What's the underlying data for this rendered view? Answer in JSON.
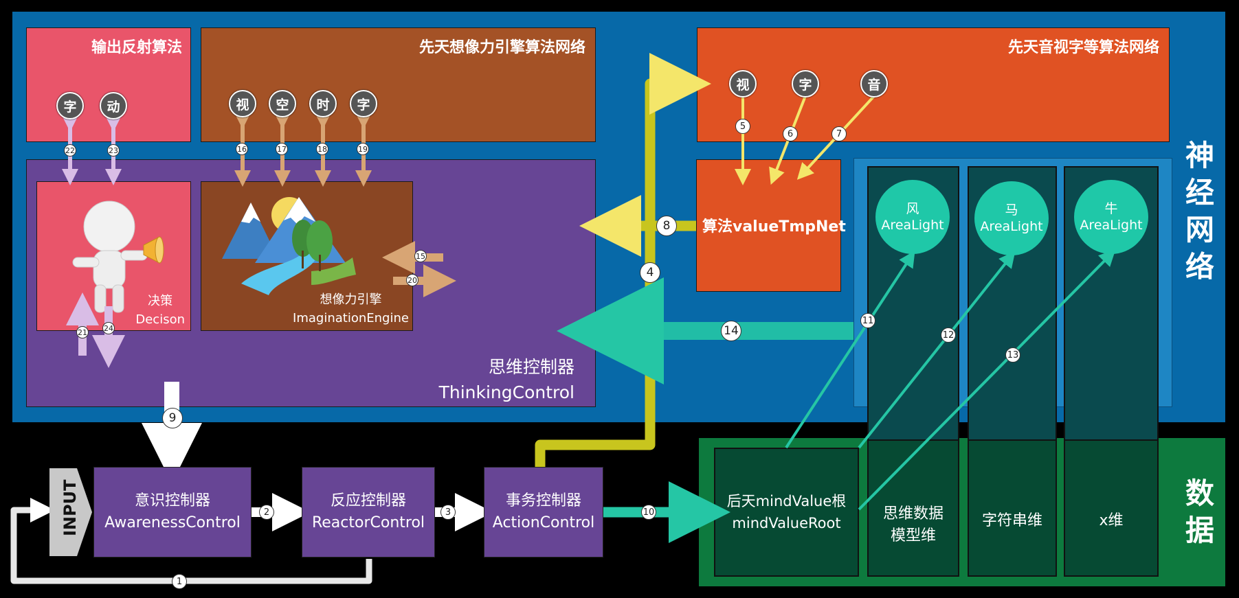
{
  "side_labels": {
    "neural": "神经网络",
    "data": "数据"
  },
  "modules": {
    "output_reflex": {
      "title": "输出反射算法",
      "nodes": [
        "字",
        "动"
      ]
    },
    "imagination_net": {
      "title": "先天想像力引擎算法网络",
      "nodes": [
        "视",
        "空",
        "时",
        "字"
      ]
    },
    "sense_net": {
      "title": "先天音视字等算法网络",
      "nodes": [
        "视",
        "字",
        "音"
      ]
    },
    "value_tmp_net": {
      "label": "算法valueTmpNet"
    },
    "thinking": {
      "label_cn": "思维控制器",
      "label_en": "ThinkingControl"
    },
    "decision": {
      "label_cn": "决策",
      "label_en": "Decison"
    },
    "imagination_engine": {
      "label_cn": "想像力引擎",
      "label_en": "ImaginationEngine"
    }
  },
  "area_lights": [
    {
      "name": "风",
      "type": "AreaLight"
    },
    {
      "name": "马",
      "type": "AreaLight"
    },
    {
      "name": "牛",
      "type": "AreaLight"
    }
  ],
  "controllers": [
    {
      "cn": "意识控制器",
      "en": "AwarenessControl"
    },
    {
      "cn": "反应控制器",
      "en": "ReactorControl"
    },
    {
      "cn": "事务控制器",
      "en": "ActionControl"
    }
  ],
  "input_label": "INPUT",
  "data_cells": [
    {
      "line1": "后天mindValue根",
      "line2": "mindValueRoot"
    },
    {
      "line1": "思维数据",
      "line2": "模型维"
    },
    {
      "line1": "字符串维",
      "line2": ""
    },
    {
      "line1": "x维",
      "line2": ""
    }
  ],
  "arrow_numbers": [
    "1",
    "2",
    "3",
    "4",
    "5",
    "6",
    "7",
    "8",
    "9",
    "10",
    "11",
    "12",
    "13",
    "14",
    "15",
    "16",
    "17",
    "18",
    "19",
    "20",
    "21",
    "22",
    "23",
    "24"
  ],
  "colors": {
    "neural_bg": "#0769a8",
    "data_bg": "#0d7a3e",
    "yellow_arrow": "#c8c51e",
    "teal_arrow": "#25c6a5",
    "tan_arrow": "#d8a574",
    "lilac_arrow": "#d9bde6"
  }
}
